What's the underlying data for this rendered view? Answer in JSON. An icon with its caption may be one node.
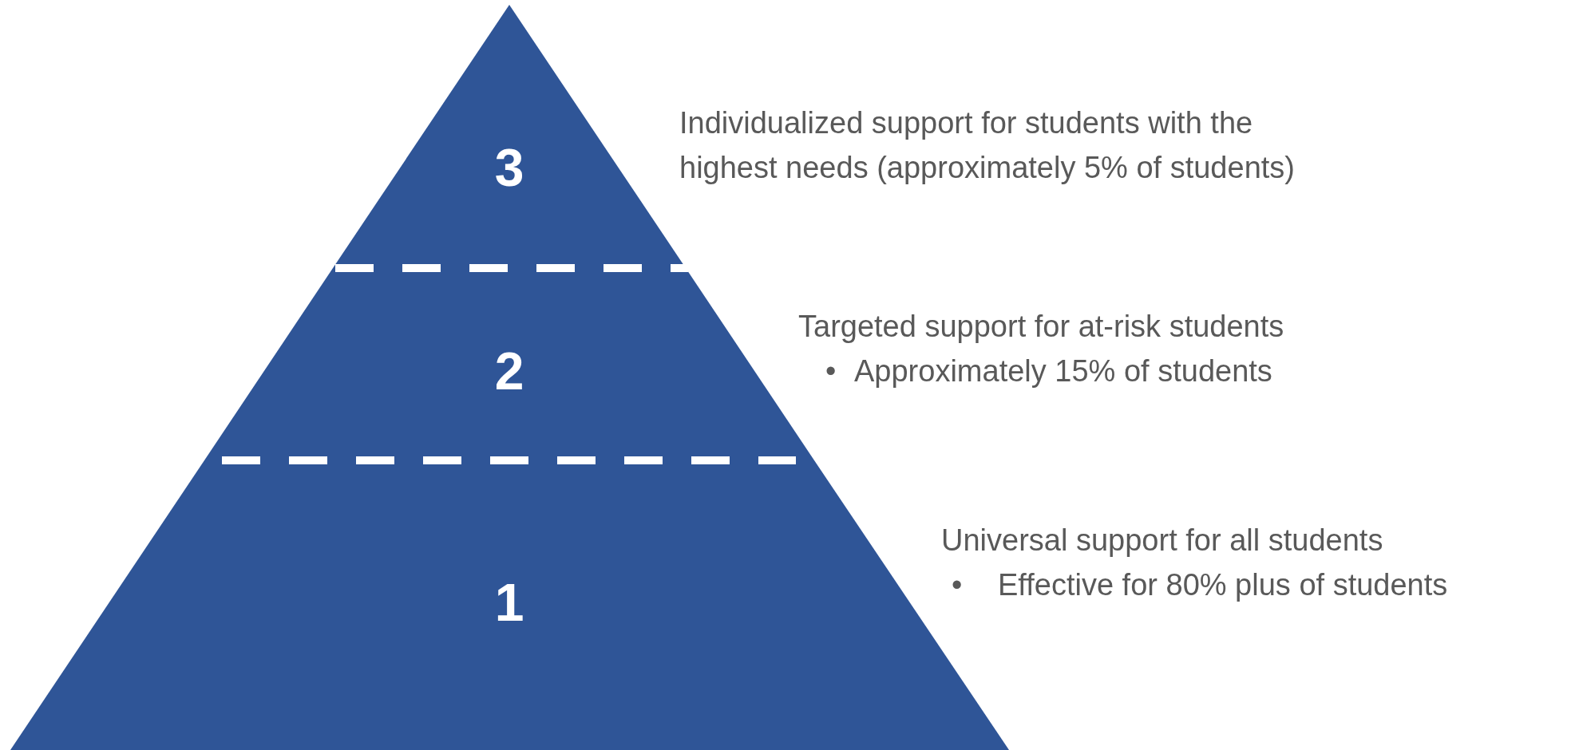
{
  "diagram": {
    "nodes": [
      {
        "text": [
          "3"
        ],
        "beside": [
          "Individualized support for students with the highest needs (approximately 5% of students)"
        ]
      },
      {
        "text": [
          "2"
        ],
        "beside": [
          "Targeted support for at-risk students",
          "•",
          "Approximately 15% of students"
        ]
      },
      {
        "text": [
          "1"
        ],
        "beside": [
          "Universal support for all students",
          "•",
          "Effective for 80% plus of students"
        ]
      }
    ]
  }
}
